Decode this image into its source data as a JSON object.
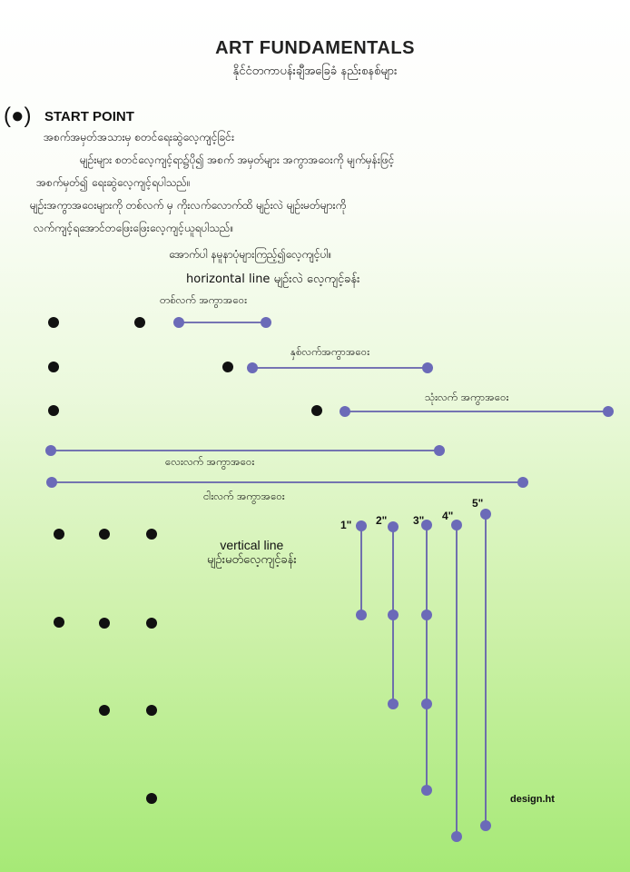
{
  "header": {
    "title": "ART FUNDAMENTALS",
    "subtitle": "နိုင်ငံတကာပန်းချီအခြေခံ နည်းစနစ်များ"
  },
  "section": {
    "paren_label": "(●)",
    "heading": "START POINT",
    "paragraphs": [
      "အစက်အမှတ်အသားမှ စတင်ရေးဆွဲလေ့ကျင့်ခြင်း",
      "မျဉ်းများ စတင်လေ့ကျင့်ရာ၌ပို၍ အစက် အမှတ်များ အကွာအဝေးကို မျက်မှန်းဖြင့်",
      "အစက်မှတ်၍ ရေးဆွဲလေ့ကျင့်ရပါသည်။",
      "မျဉ်းအကွာအဝေးများကို တစ်လက် မှ ကိုးလက်လောက်ထိ မျဉ်းလဲ မျဉ်းမတ်များကို",
      "လက်ကျင့်ရအောင်တဖြေးဖြေးလေ့ကျင့်ယူရပါသည်။",
      "အောက်ပါ နမူနာပုံများကြည့်၍လေ့ကျင့်ပါ။"
    ],
    "horizontal_caption": "horizontal line  မျဉ်းလဲ လေ့ကျင့်ခန်း",
    "vertical_caption_en": "vertical line",
    "vertical_caption_mm": "မျဉ်းမတ်လေ့ကျင့်ခန်း"
  },
  "horizontal_labels": [
    "တစ်လက် အကွာအဝေး",
    "နှစ်လက်အကွာအဝေး",
    "သုံးလက် အကွာအဝေး",
    "လေးလက် အကွာအဝေး",
    "ငါးလက် အကွာအဝေး"
  ],
  "vertical_labels": [
    "1\"",
    "2\"",
    "3\"",
    "4\"",
    "5\""
  ],
  "credit": "design.ht",
  "colors": {
    "dot": "#111111",
    "point": "#6b6ab8",
    "line": "#6461ad"
  }
}
